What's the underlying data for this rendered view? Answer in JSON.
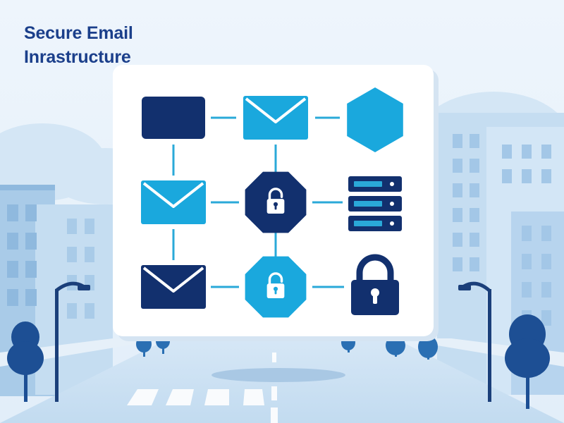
{
  "title": {
    "line1": "Secure Email",
    "line2": "Inrastructure"
  },
  "colors": {
    "navy": "#12306e",
    "cyan": "#1aa8dd",
    "connector": "#2aa9d8",
    "panel": "#ffffff",
    "background": "#eaf3fb",
    "title": "#1b3f8b"
  },
  "diagram": {
    "nodes": [
      {
        "id": "n1",
        "icon": "rounded-rectangle-icon",
        "color": "navy"
      },
      {
        "id": "n2",
        "icon": "envelope-icon",
        "color": "cyan"
      },
      {
        "id": "n3",
        "icon": "hexagon-icon",
        "color": "cyan"
      },
      {
        "id": "n4",
        "icon": "envelope-icon",
        "color": "cyan"
      },
      {
        "id": "n5",
        "icon": "octagon-padlock-icon",
        "color": "navy"
      },
      {
        "id": "n6",
        "icon": "server-stack-icon",
        "color": "navy"
      },
      {
        "id": "n7",
        "icon": "envelope-icon",
        "color": "navy"
      },
      {
        "id": "n8",
        "icon": "octagon-padlock-icon",
        "color": "cyan"
      },
      {
        "id": "n9",
        "icon": "padlock-icon",
        "color": "navy"
      }
    ],
    "edges": [
      [
        "n1",
        "n2"
      ],
      [
        "n2",
        "n3"
      ],
      [
        "n4",
        "n5"
      ],
      [
        "n5",
        "n6"
      ],
      [
        "n7",
        "n8"
      ],
      [
        "n8",
        "n9"
      ],
      [
        "n1",
        "n4"
      ],
      [
        "n4",
        "n7"
      ],
      [
        "n2",
        "n5"
      ],
      [
        "n5",
        "n8"
      ]
    ]
  }
}
